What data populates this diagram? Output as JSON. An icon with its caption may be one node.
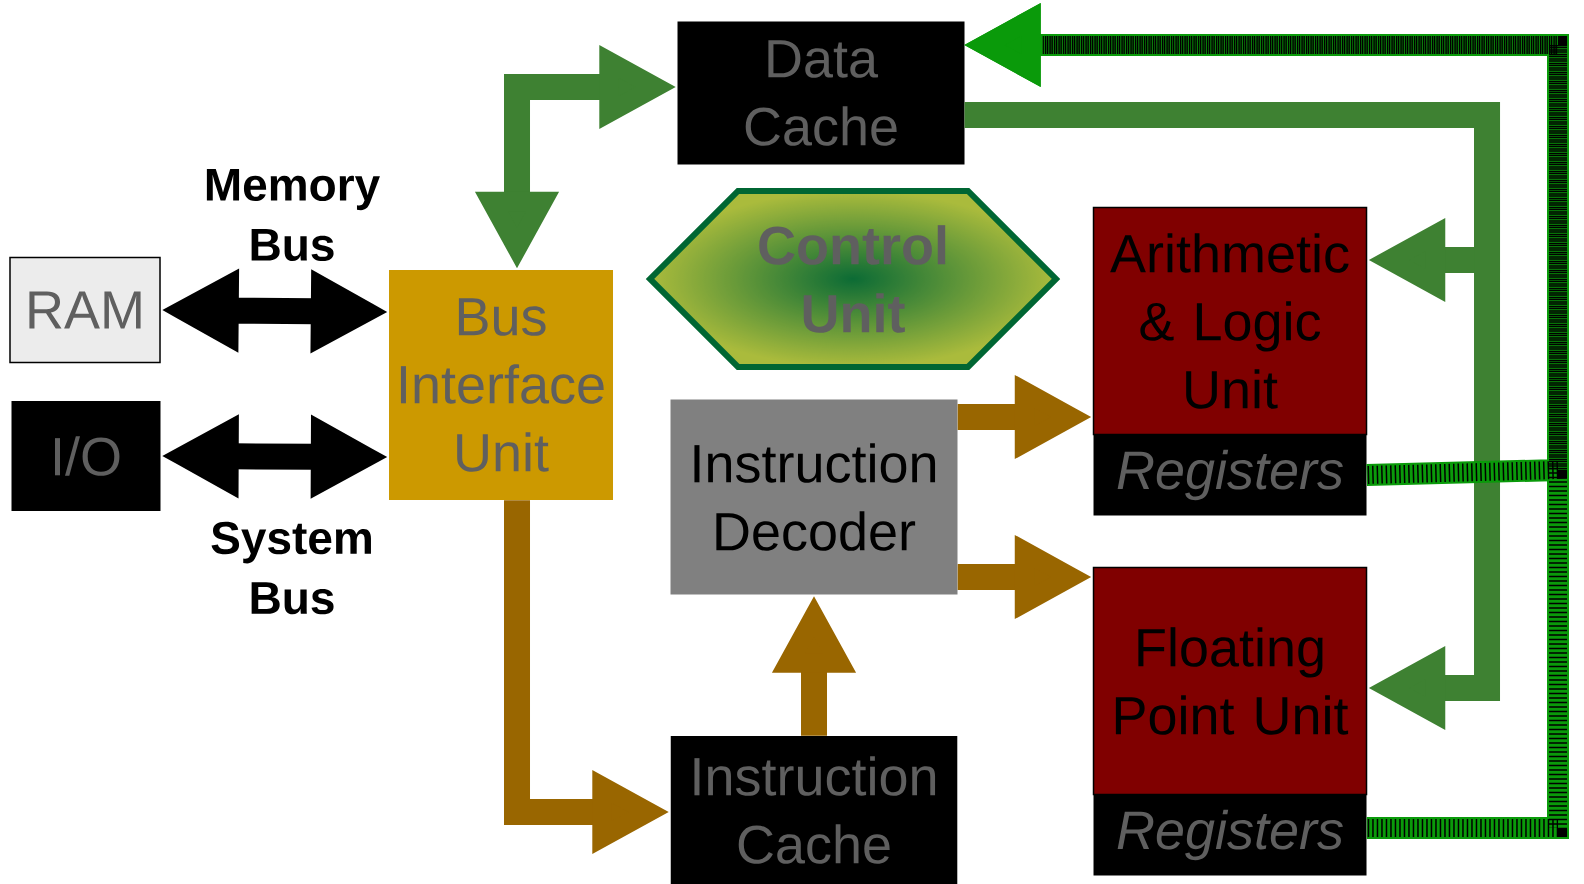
{
  "diagram": {
    "nodes": [
      {
        "text": [
          "RAM"
        ]
      },
      {
        "text": [
          "I/O"
        ]
      },
      {
        "text": [
          "Bus Interface Unit"
        ]
      },
      {
        "text": [
          "Data Cache"
        ]
      },
      {
        "text": [
          "Control Unit"
        ]
      },
      {
        "text": [
          "Instruction Decoder"
        ]
      },
      {
        "text": [
          "Arithmetic & Logic Unit"
        ]
      },
      {
        "text": [
          "Registers"
        ]
      },
      {
        "text": [
          "Floating Point Unit"
        ]
      },
      {
        "text": [
          "Registers"
        ]
      },
      {
        "text": [
          "Instruction Cache"
        ]
      }
    ],
    "edges": [
      {
        "from": 0,
        "to": 2,
        "arrow": "both",
        "label": "Memory Bus",
        "color": "#000000"
      },
      {
        "from": 1,
        "to": 2,
        "arrow": "both",
        "label": "System Bus",
        "color": "#000000"
      },
      {
        "from": 2,
        "to": 3,
        "arrow": "both",
        "color": "#3e8132"
      },
      {
        "from": 2,
        "to": 10,
        "arrow": "to",
        "color": "#996600"
      },
      {
        "from": 10,
        "to": 5,
        "arrow": "to",
        "color": "#996600"
      },
      {
        "from": 5,
        "to": 6,
        "arrow": "to",
        "color": "#996600"
      },
      {
        "from": 5,
        "to": 8,
        "arrow": "to",
        "color": "#996600"
      },
      {
        "from": 3,
        "to": 6,
        "arrow": "to",
        "color": "#3e8132"
      },
      {
        "from": 3,
        "to": 8,
        "arrow": "to",
        "color": "#3e8132"
      },
      {
        "from": 7,
        "to": 3,
        "arrow": "to",
        "color": "#0a9a0a"
      },
      {
        "from": 9,
        "to": 3,
        "arrow": "to",
        "color": "#0a9a0a"
      }
    ]
  }
}
